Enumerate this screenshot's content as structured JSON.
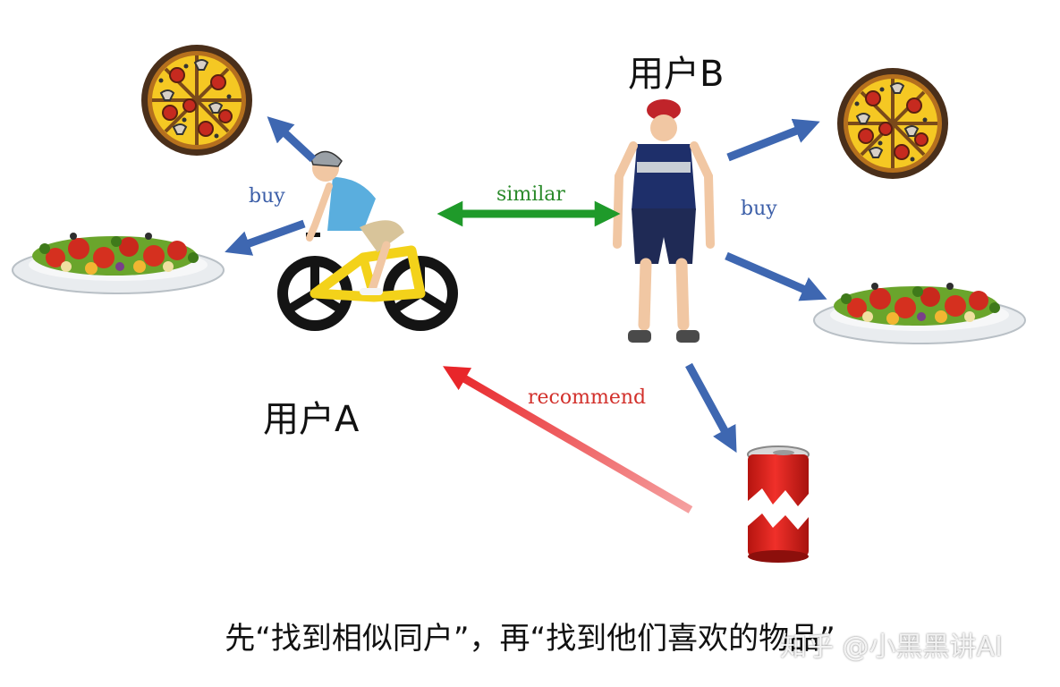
{
  "user_a": {
    "label": "用户A"
  },
  "user_b": {
    "label": "用户B"
  },
  "edges": {
    "buy_a": "buy",
    "buy_b": "buy",
    "similar": "similar",
    "recommend": "recommend"
  },
  "caption": "先“找到相似同户”，再“找到他们喜欢的物品”",
  "watermark": "知乎 @小黑黑讲AI",
  "colors": {
    "buy_arrow": "#3e67b1",
    "similar_arrow": "#1f9a2a",
    "recommend_arrow": "#e8262a",
    "buy_text": "#3b5ea8",
    "similar_text": "#2a8a2a",
    "recommend_text": "#d2302b"
  },
  "icons": {
    "user_a": "cyclist-icon",
    "user_b": "cyclist-standing-icon",
    "item_pizza": "pizza-icon",
    "item_salad": "salad-icon",
    "item_soda": "soda-can-icon"
  }
}
